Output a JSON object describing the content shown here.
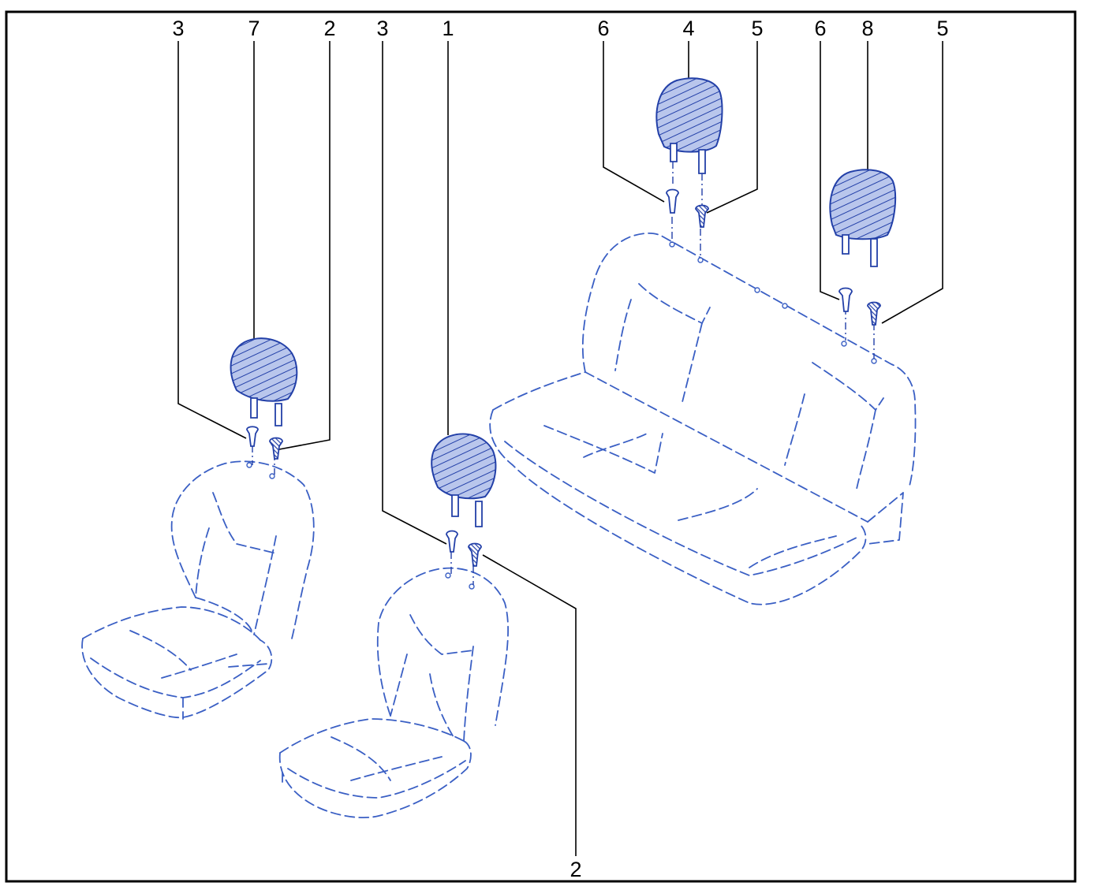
{
  "colors": {
    "outline": "#000000",
    "seat_line": "#3a5fc4",
    "part_line": "#2340a8"
  },
  "callouts": {
    "top_row": [
      "3",
      "7",
      "2",
      "3",
      "1",
      "6",
      "4",
      "5",
      "6",
      "8",
      "5"
    ],
    "bottom": "2"
  }
}
